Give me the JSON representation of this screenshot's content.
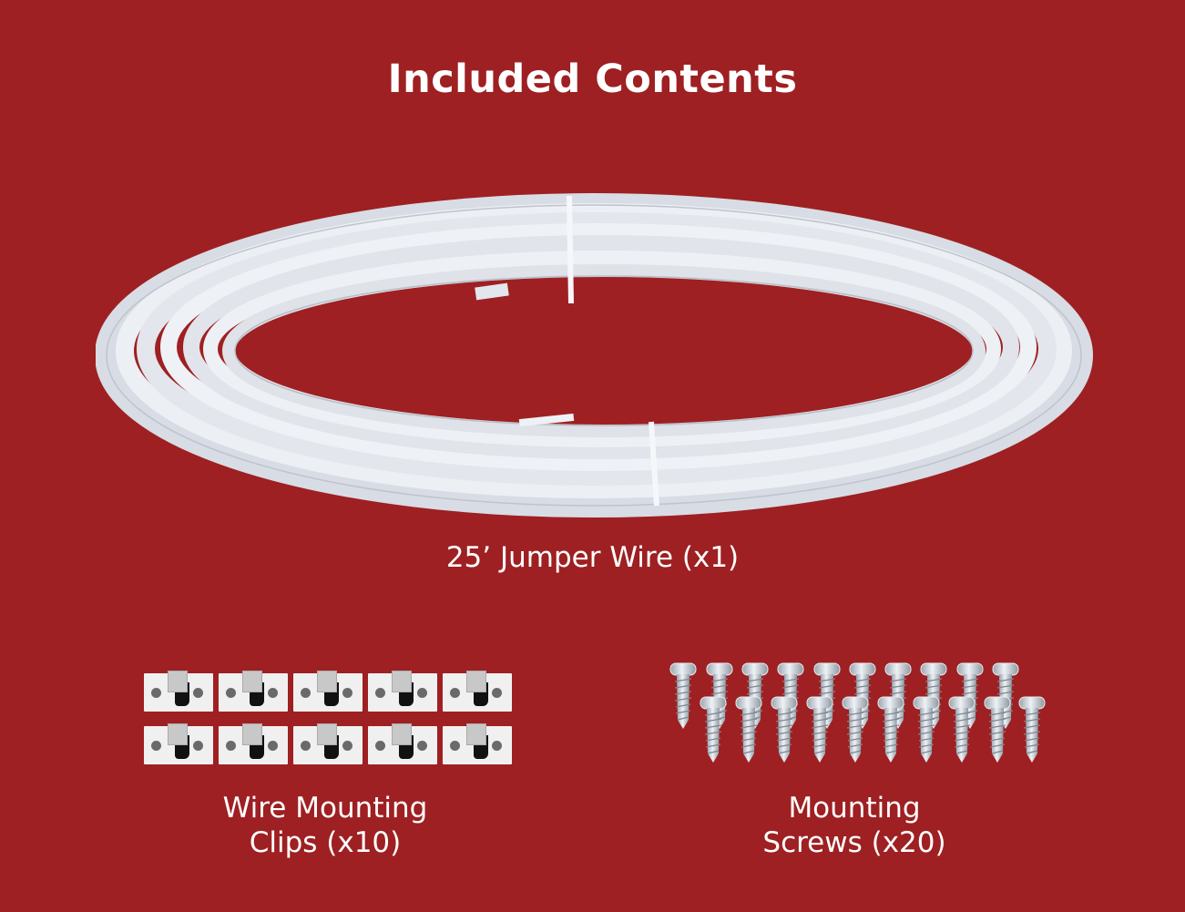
{
  "title": "Included Contents",
  "items": [
    {
      "name": "jumper-wire",
      "label": "25’ Jumper Wire (x1)",
      "quantity": 1
    },
    {
      "name": "wire-mounting-clips",
      "label_line1": "Wire Mounting",
      "label_line2": "Clips (x10)",
      "quantity": 10
    },
    {
      "name": "mounting-screws",
      "label_line1": "Mounting",
      "label_line2": "Screws (x20)",
      "quantity": 20
    }
  ],
  "colors": {
    "background": "#9e2022",
    "text": "#ffffff",
    "wire": "#e9ecf2",
    "clip": "#f1f0f0",
    "screw": "#c9d0d8"
  }
}
